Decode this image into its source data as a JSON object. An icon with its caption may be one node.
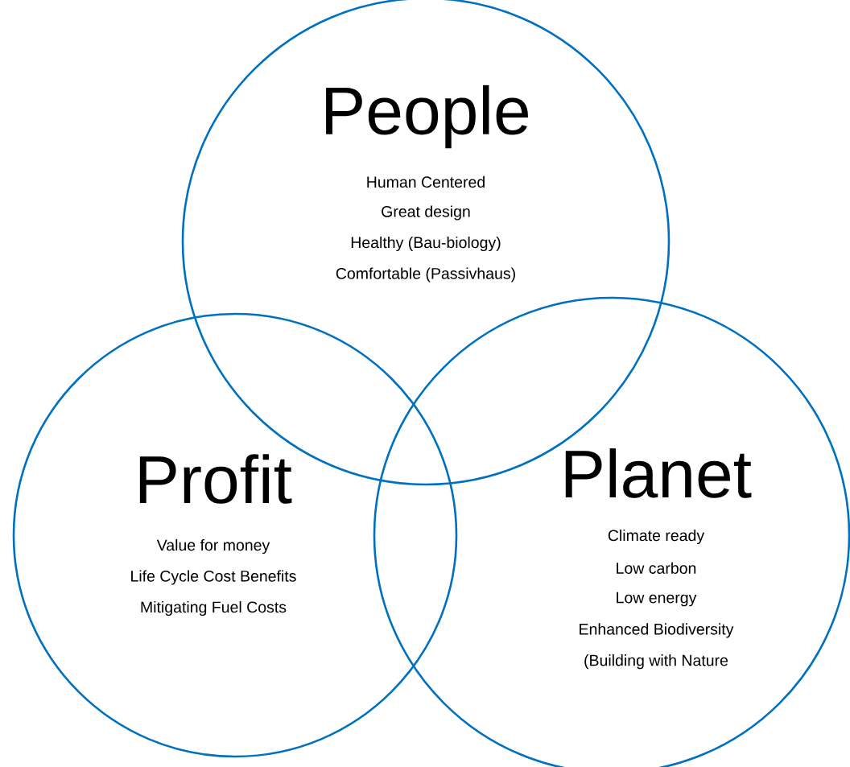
{
  "diagram": {
    "nodes": [
      {
        "text": [
          "People",
          "Human Centered",
          "Great design",
          "Healthy (Bau-biology)",
          "Comfortable (Passivhaus)"
        ]
      },
      {
        "text": [
          "Profit",
          "Value for money",
          "Life Cycle Cost Benefits",
          "Mitigating Fuel Costs"
        ]
      },
      {
        "text": [
          "Planet",
          "Climate ready",
          "Low carbon",
          "Low energy",
          "Enhanced Biodiversity",
          "(Building with Nature"
        ]
      }
    ]
  }
}
